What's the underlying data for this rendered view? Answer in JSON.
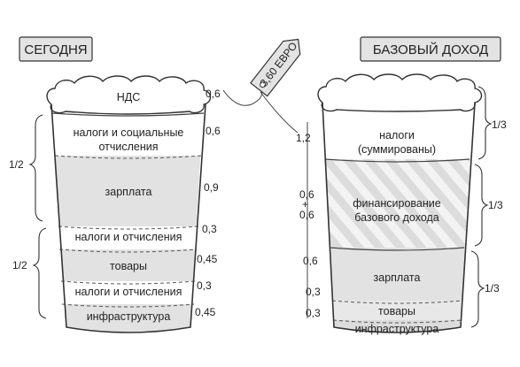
{
  "left_cup": {
    "title": "СЕГОДНЯ",
    "top_label": "НДС",
    "segments": [
      {
        "label": "налоги и социальные\nотчисления",
        "value": "0,6",
        "shaded": false
      },
      {
        "label": "зарплата",
        "value": "0,9",
        "shaded": true
      },
      {
        "label": "налоги и отчисления",
        "value": "0,3",
        "shaded": false
      },
      {
        "label": "товары",
        "value": "0,45",
        "shaded": true
      },
      {
        "label": "налоги и отчисления",
        "value": "0,3",
        "shaded": false
      },
      {
        "label": "инфраструктура",
        "value": "0,45",
        "shaded": true
      }
    ],
    "top_value": "0,6",
    "fractions": [
      "1/2",
      "1/2"
    ]
  },
  "price_tag": {
    "text": "3,60 ЕВРО"
  },
  "right_cup": {
    "title": "БАЗОВЫЙ ДОХОД",
    "segments": [
      {
        "label": "налоги\n(суммированы)",
        "value": "1,2",
        "shaded": false
      },
      {
        "label": "финансирование\nбазового дохода",
        "value": "0,6\n+\n0,6",
        "shaded": "striped"
      },
      {
        "label": "зарплата",
        "value": "0,6",
        "shaded": true
      },
      {
        "label": "товары",
        "value": "0,3",
        "shaded": true
      },
      {
        "label": "инфраструктура",
        "value": "0,3",
        "shaded": true
      }
    ],
    "fractions": [
      "1/3",
      "1/3",
      "1/3"
    ]
  }
}
